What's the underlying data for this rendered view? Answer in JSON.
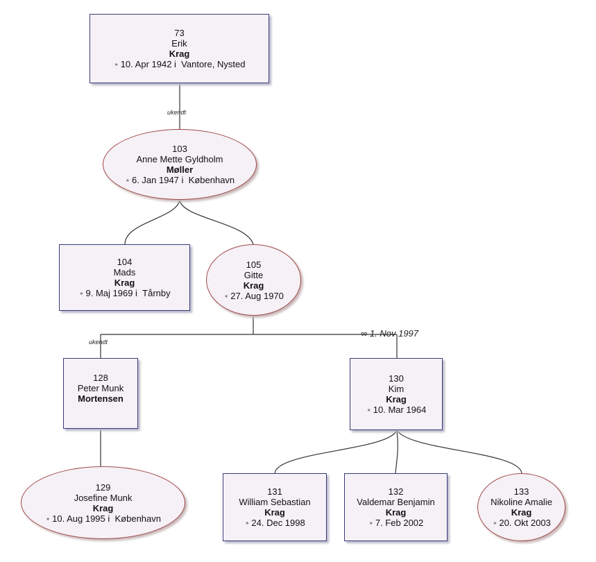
{
  "people": [
    {
      "id": "73",
      "given": "Erik",
      "surname": "Krag",
      "birth_prefix": "10. Apr 1942 i",
      "birth_place": "Vantore, Nysted",
      "sex": "male"
    },
    {
      "id": "103",
      "given": "Anne Mette Gyldholm",
      "surname": "Møller",
      "birth_prefix": "6. Jan 1947 i",
      "birth_place": "København",
      "sex": "female"
    },
    {
      "id": "104",
      "given": "Mads",
      "surname": "Krag",
      "birth_prefix": "9. Maj 1969 i",
      "birth_place": "Tårnby",
      "sex": "male"
    },
    {
      "id": "105",
      "given": "Gitte",
      "surname": "Krag",
      "birth_prefix": "27. Aug 1970",
      "birth_place": "",
      "sex": "female"
    },
    {
      "id": "128",
      "given": "Peter Munk",
      "surname": "Mortensen",
      "birth_prefix": "",
      "birth_place": "",
      "sex": "male"
    },
    {
      "id": "130",
      "given": "Kim",
      "surname": "Krag",
      "birth_prefix": "10. Mar 1964",
      "birth_place": "",
      "sex": "male"
    },
    {
      "id": "129",
      "given": "Josefine Munk",
      "surname": "Krag",
      "birth_prefix": "10. Aug 1995 i",
      "birth_place": "København",
      "sex": "female"
    },
    {
      "id": "131",
      "given": "William Sebastian",
      "surname": "Krag",
      "birth_prefix": "24. Dec 1998",
      "birth_place": "",
      "sex": "male"
    },
    {
      "id": "132",
      "given": "Valdemar Benjamin",
      "surname": "Krag",
      "birth_prefix": "7. Feb 2002",
      "birth_place": "",
      "sex": "male"
    },
    {
      "id": "133",
      "given": "Nikoline Amalie",
      "surname": "Krag",
      "birth_prefix": "20. Okt 2003",
      "birth_place": "",
      "sex": "female"
    }
  ],
  "relations": {
    "erik_anne": "ukendt",
    "gitte_peter": "ukendt",
    "gitte_kim_symbol": "∞",
    "gitte_kim_date": "1. Nov 1997"
  },
  "colors": {
    "male_border": "#3a3a7a",
    "female_border": "#a04848",
    "node_fill": "#f5f1f6",
    "line": "#333333"
  }
}
